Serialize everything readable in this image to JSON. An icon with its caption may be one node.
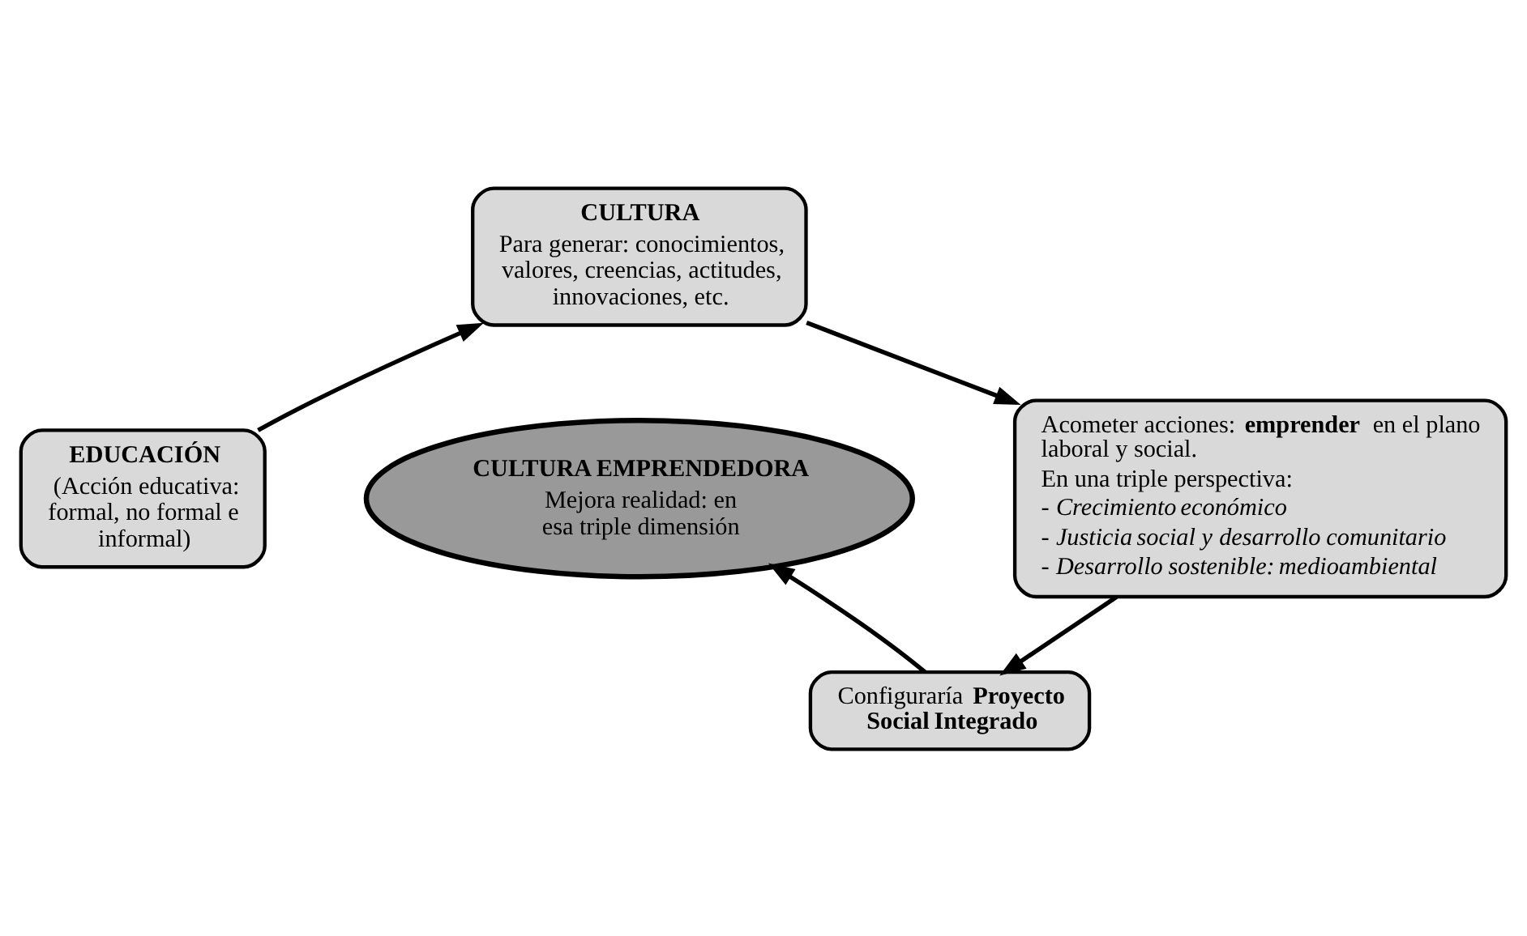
{
  "diagram": {
    "nodes": [
      {
        "text": [
          "CULTURA",
          "Para generar: conocimientos, valores, creencias, actitudes, innovaciones, etc."
        ]
      },
      {
        "text": [
          "EDUCACIÓN",
          "(Acción educativa: formal, no formal e informal)"
        ]
      },
      {
        "text": [
          "CULTURA EMPRENDEDORA",
          "Mejora realidad: en esa triple dimensión"
        ]
      },
      {
        "text": [
          "Acometer acciones: **emprender** en el plano laboral y social.",
          "En una triple perspectiva:",
          "*- Crecimiento económico*",
          "*- Justicia social y desarrollo comunitario*",
          "*- Desarrollo sostenible: medioambiental*"
        ]
      },
      {
        "text": [
          "Configuraría **Proyecto Social Integrado**"
        ]
      }
    ],
    "edges": [
      {
        "from": 1,
        "to": 0,
        "arrow": "to"
      },
      {
        "from": 0,
        "to": 3,
        "arrow": "to"
      },
      {
        "from": 3,
        "to": 4,
        "arrow": "to"
      },
      {
        "from": 4,
        "to": 2,
        "arrow": "to"
      }
    ]
  }
}
